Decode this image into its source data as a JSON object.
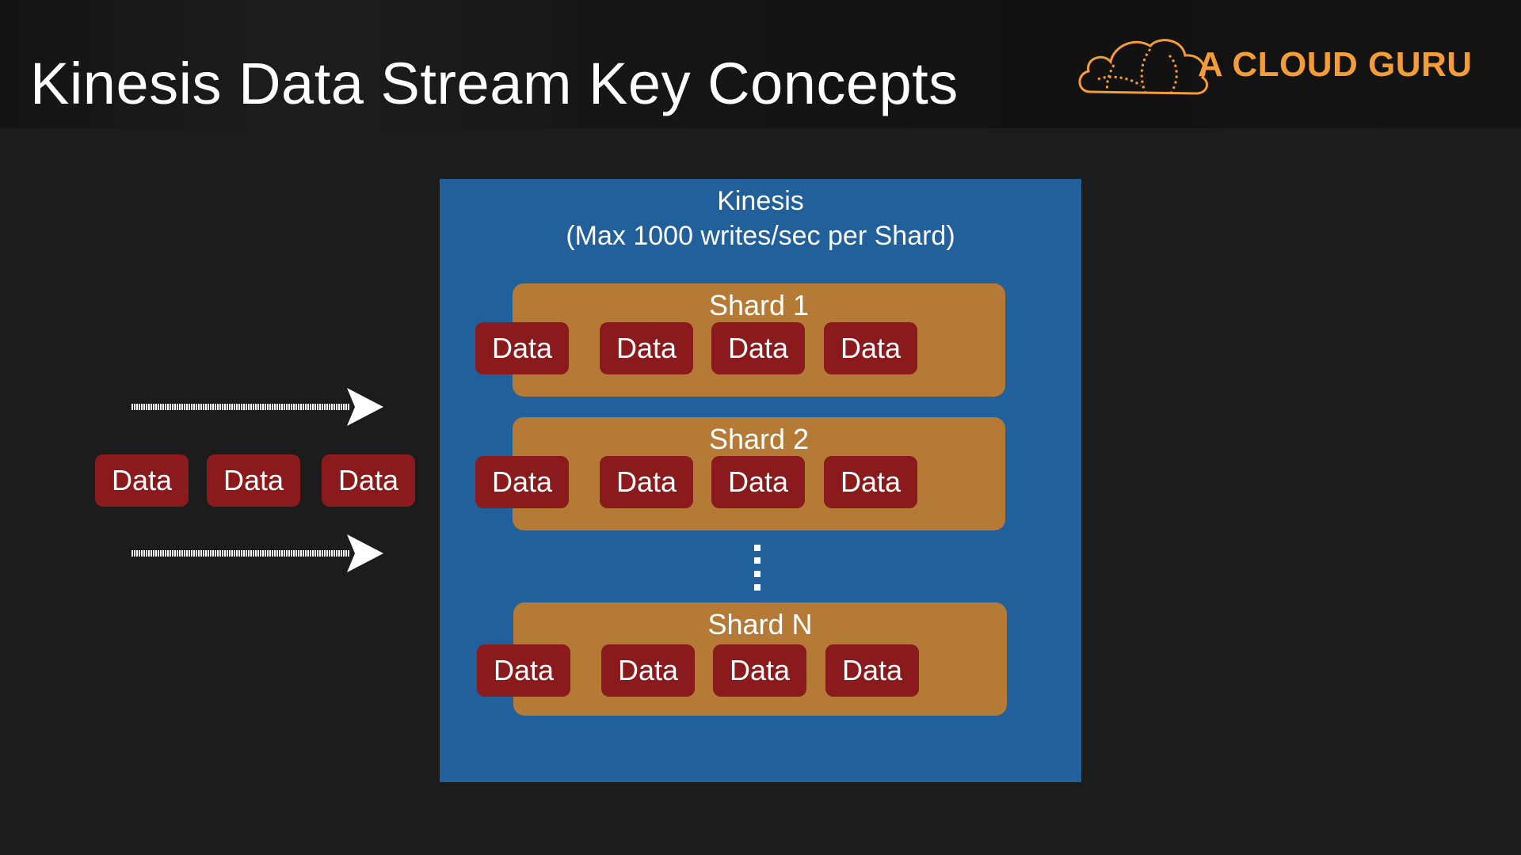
{
  "header": {
    "title": "Kinesis Data Stream Key Concepts",
    "logo_text": "A CLOUD GURU",
    "logo_icon": "cloud-logo-icon"
  },
  "diagram": {
    "kinesis_title": "Kinesis",
    "kinesis_subtitle": "(Max 1000 writes/sec per Shard)",
    "incoming_data": [
      "Data",
      "Data",
      "Data"
    ],
    "shards": [
      {
        "label": "Shard 1",
        "records": [
          "Data",
          "Data",
          "Data",
          "Data"
        ]
      },
      {
        "label": "Shard 2",
        "records": [
          "Data",
          "Data",
          "Data",
          "Data"
        ]
      },
      {
        "label": "Shard N",
        "records": [
          "Data",
          "Data",
          "Data",
          "Data"
        ]
      }
    ],
    "arrow_icon": "right-arrow-icon",
    "ellipsis_icon": "vertical-ellipsis-icon"
  },
  "colors": {
    "background": "#1c1c1c",
    "kinesis_box": "#21609a",
    "shard_box": "#b47a36",
    "data_box": "#8a1a1c",
    "logo": "#f39c38",
    "text": "#ffffff"
  }
}
